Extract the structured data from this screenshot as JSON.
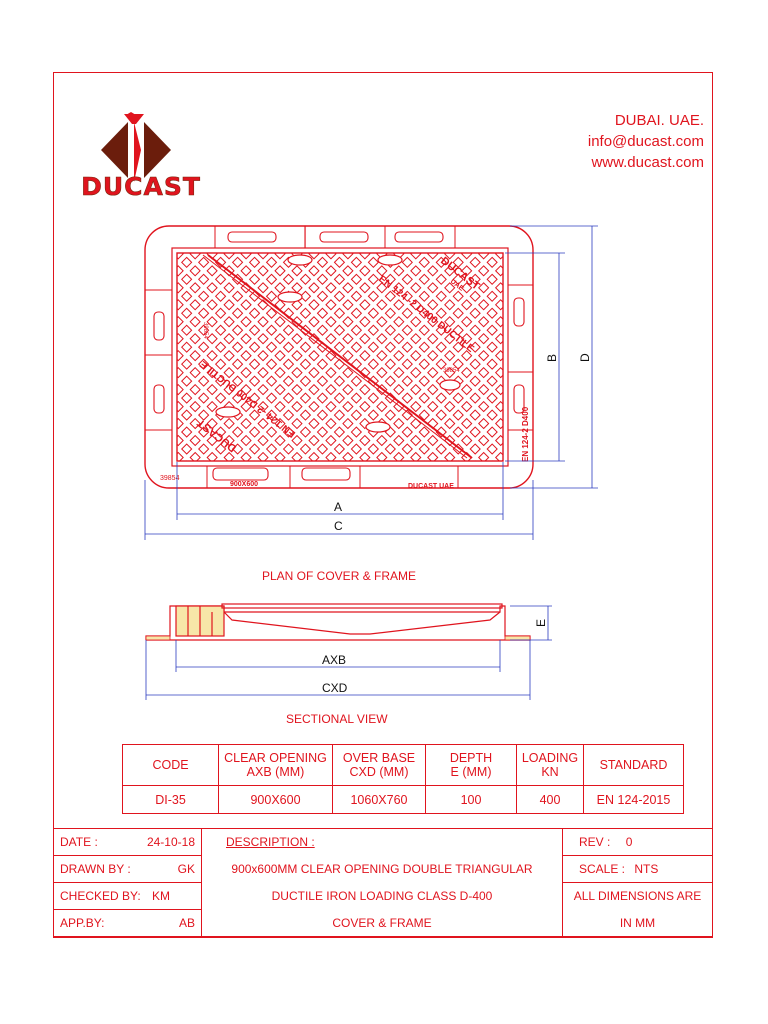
{
  "company": {
    "name": "DUCAST",
    "location": "DUBAI. UAE.",
    "email": "info@ducast.com",
    "website": "www.ducast.com"
  },
  "plan": {
    "labels": {
      "a": "A",
      "b": "B",
      "c": "C",
      "d": "D"
    },
    "cover_text_1": "EN 124 -2 D400 DUCTILE",
    "cover_text_2": "EN 124 -2 D400 DUCTILE",
    "brand_1": "DUCAST",
    "brand_2": "DUCAST",
    "brand_sub": "UAE",
    "frame_side_text": "EN 124-2 D400",
    "code_mark_1": "39854",
    "code_mark_2": "39854",
    "code_mark_3": "39854",
    "size_mark": "900X600",
    "frame_mark": "DUCAST UAE",
    "caption": "PLAN OF COVER & FRAME"
  },
  "section": {
    "labels": {
      "e": "E",
      "axb": "AXB",
      "cxd": "CXD"
    },
    "caption": "SECTIONAL VIEW"
  },
  "spec_table": {
    "headers": {
      "code": "CODE",
      "clear_opening": "CLEAR OPENING",
      "clear_opening_unit": "AXB (MM)",
      "over_base": "OVER BASE",
      "over_base_unit": "CXD (MM)",
      "depth": "DEPTH",
      "depth_unit": "E (MM)",
      "loading": "LOADING",
      "loading_unit": "KN",
      "standard": "STANDARD"
    },
    "row": {
      "code": "DI-35",
      "clear_opening": "900X600",
      "over_base": "1060X760",
      "depth": "100",
      "loading": "400",
      "standard": "EN 124-2015"
    }
  },
  "title_block": {
    "date_label": "DATE :",
    "date_value": "24-10-18",
    "drawn_label": "DRAWN BY :",
    "drawn_value": "GK",
    "checked_label": "CHECKED BY:",
    "checked_value": "KM",
    "app_label": "APP.BY:",
    "app_value": "AB",
    "description_label": "DESCRIPTION :",
    "description_line1": "900x600MM CLEAR OPENING DOUBLE TRIANGULAR",
    "description_line2": "DUCTILE IRON LOADING CLASS D-400",
    "description_line3": "COVER & FRAME",
    "rev_label": "REV  :",
    "rev_value": "0",
    "scale_label": "SCALE :",
    "scale_value": "NTS",
    "dimensions_line1": "ALL DIMENSIONS ARE",
    "dimensions_line2": "IN  MM"
  },
  "colors": {
    "line": "#e0141e",
    "logo_dark": "#6b1d0c",
    "dim_blue": "#2b3bbf"
  }
}
